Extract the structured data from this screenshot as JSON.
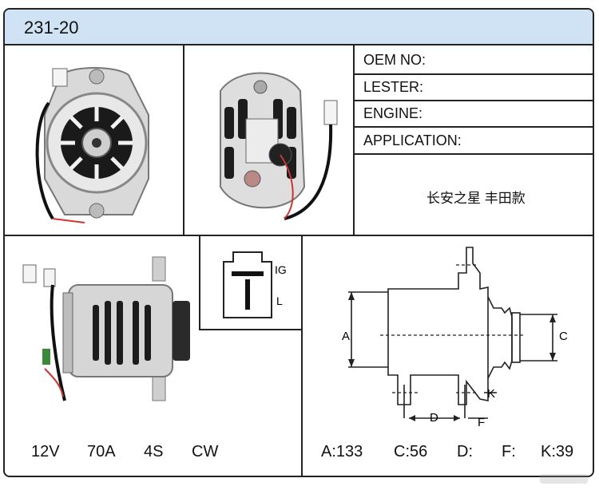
{
  "header": {
    "title": "231-20"
  },
  "specs": [
    {
      "label": "OEM NO:"
    },
    {
      "label": "LESTER:"
    },
    {
      "label": "ENGINE:"
    },
    {
      "label": "APPLICATION:"
    }
  ],
  "application_value": "长安之星 丰田款",
  "plug": {
    "ig": "IG",
    "l": "L"
  },
  "diagram": {
    "a": "A",
    "c": "C",
    "d": "D",
    "f": "F",
    "k": "K"
  },
  "electrical": {
    "voltage": "12V",
    "amps": "70A",
    "pulley": "4S",
    "rotation": "CW"
  },
  "dimensions": {
    "a": "A:133",
    "c": "C:56",
    "d": "D:",
    "f": "F:",
    "k": "K:39"
  }
}
